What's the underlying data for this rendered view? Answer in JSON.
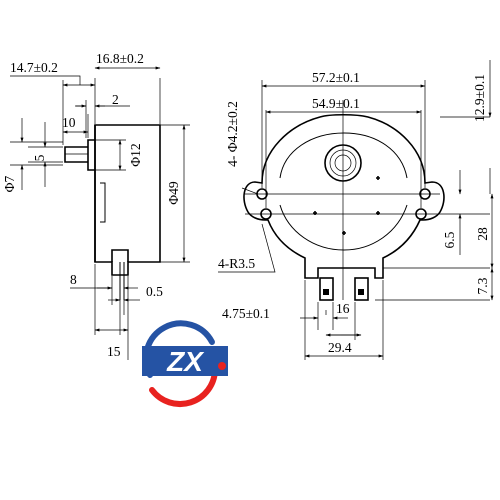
{
  "side_view": {
    "dims": {
      "d14_7": "14.7±0.2",
      "d16_8": "16.8±0.2",
      "d2": "2",
      "d10": "10",
      "phi12": "Φ12",
      "d5": "5",
      "phi7": "Φ7",
      "phi49": "Φ49",
      "d8": "8",
      "d0_5": "0.5",
      "d15": "15"
    }
  },
  "front_view": {
    "dims": {
      "d57_2": "57.2±0.1",
      "d54_9": "54.9±0.1",
      "holes": "4- Φ4.2±0.2",
      "d12_9": "12.9±0.1",
      "d6_5": "6.5",
      "d28": "28",
      "radius": "4-R3.5",
      "d7_3": "7.3",
      "d4_75": "4.75±0.1",
      "d16": "16",
      "d29_4": "29.4"
    }
  },
  "logo": {
    "text": "ZX",
    "colors": {
      "red": "#e8221f",
      "blue": "#2553a4"
    }
  }
}
